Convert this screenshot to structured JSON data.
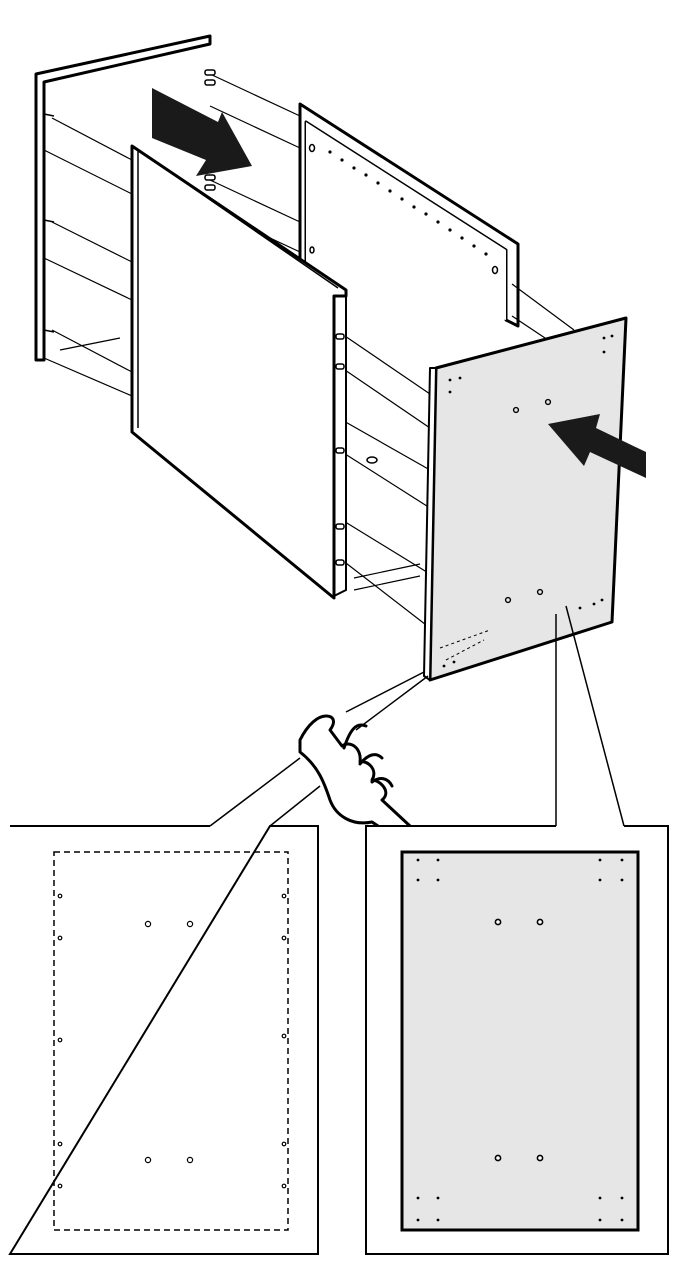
{
  "illustration": {
    "kind": "assembly-instruction-step",
    "printed_text": "",
    "colors": {
      "line": "#000000",
      "background": "#ffffff",
      "panel_fill": "#e6e6e6",
      "arrow": "#1a1a1a"
    },
    "icons": [
      "arrow-icon",
      "pointing-hand-icon"
    ],
    "panels": [
      "left-side-panel",
      "middle-panel",
      "back-panel",
      "front-panel"
    ],
    "callouts": [
      "inner-face-hole-pattern",
      "outer-face-hole-pattern"
    ]
  }
}
